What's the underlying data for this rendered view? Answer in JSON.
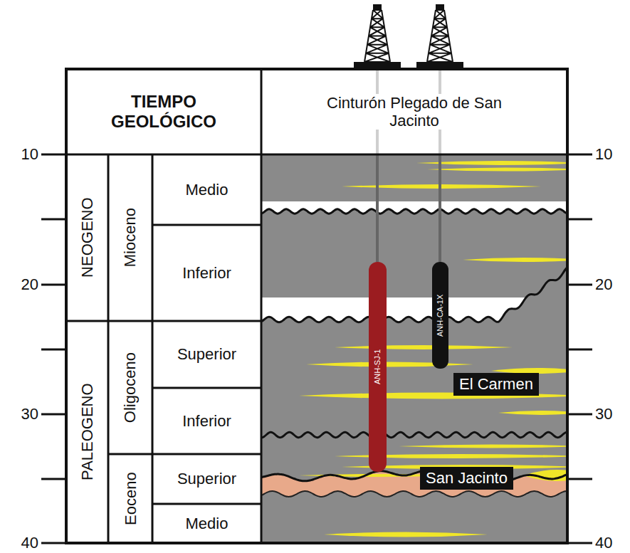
{
  "diagram": {
    "nodes": [
      {
        "text": [
          "TIEMPO GEOLÓGICO"
        ]
      },
      {
        "text": [
          "Cinturón Plegado de San Jacinto"
        ]
      },
      {
        "text": [
          "NEOGENO"
        ]
      },
      {
        "text": [
          "Mioceno"
        ]
      },
      {
        "text": [
          "Medio"
        ]
      },
      {
        "text": [
          "Inferior"
        ]
      },
      {
        "text": [
          "PALEOGENO"
        ]
      },
      {
        "text": [
          "Oligoceno"
        ]
      },
      {
        "text": [
          "Eoceno"
        ]
      },
      {
        "text": [
          "Superior"
        ]
      },
      {
        "text": [
          "Inferior"
        ]
      },
      {
        "text": [
          "Superior"
        ]
      },
      {
        "text": [
          "Medio"
        ]
      },
      {
        "text": [
          "ANH-SJ-1"
        ]
      },
      {
        "text": [
          "ANH-CA-1X"
        ]
      },
      {
        "text": [
          "El Carmen"
        ]
      },
      {
        "text": [
          "San Jacinto"
        ]
      }
    ],
    "labels": [
      "10",
      "10",
      "20",
      "20",
      "30",
      "30",
      "40",
      "40"
    ]
  }
}
